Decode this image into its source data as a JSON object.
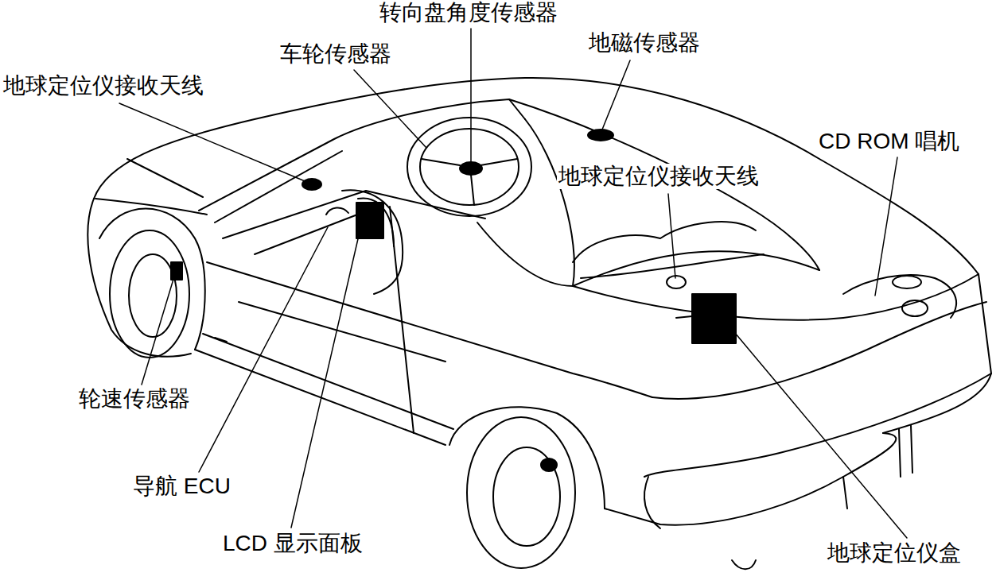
{
  "diagram": {
    "labels": [
      "转向盘角度传感器",
      "车轮传感器",
      "地磁传感器",
      "地球定位仪接收天线",
      "CD ROM 唱机",
      "地球定位仪接收天线",
      "轮速传感器",
      "导航 ECU",
      "LCD 显示面板",
      "地球定位仪盒"
    ]
  }
}
